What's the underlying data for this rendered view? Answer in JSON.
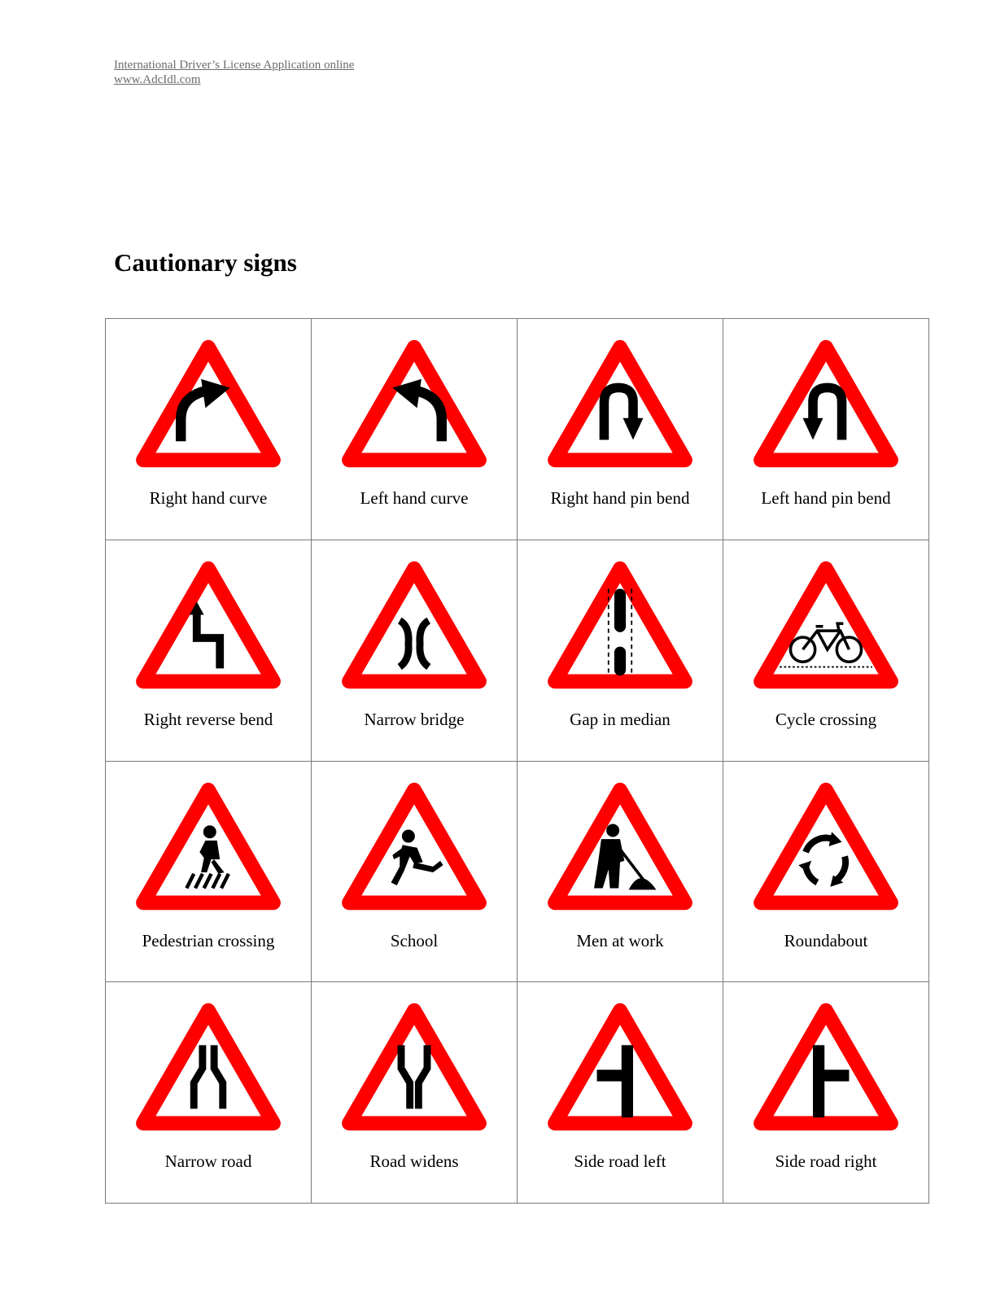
{
  "header": {
    "line1": "International Driver’s License Application online",
    "line2": "www.AdcIdl.com"
  },
  "title": "Cautionary signs",
  "signs": [
    {
      "label": "Right hand curve",
      "icon": "right-hand-curve-icon"
    },
    {
      "label": "Left hand curve",
      "icon": "left-hand-curve-icon"
    },
    {
      "label": "Right hand pin bend",
      "icon": "right-hand-pin-bend-icon"
    },
    {
      "label": "Left hand pin bend",
      "icon": "left-hand-pin-bend-icon"
    },
    {
      "label": "Right reverse bend",
      "icon": "right-reverse-bend-icon"
    },
    {
      "label": "Narrow bridge",
      "icon": "narrow-bridge-icon"
    },
    {
      "label": "Gap in median",
      "icon": "gap-in-median-icon"
    },
    {
      "label": "Cycle crossing",
      "icon": "cycle-crossing-icon"
    },
    {
      "label": "Pedestrian crossing",
      "icon": "pedestrian-crossing-icon"
    },
    {
      "label": "School",
      "icon": "school-icon"
    },
    {
      "label": "Men at work",
      "icon": "men-at-work-icon"
    },
    {
      "label": "Roundabout",
      "icon": "roundabout-icon"
    },
    {
      "label": "Narrow road",
      "icon": "narrow-road-icon"
    },
    {
      "label": "Road widens",
      "icon": "road-widens-icon"
    },
    {
      "label": "Side road left",
      "icon": "side-road-left-icon"
    },
    {
      "label": "Side road right",
      "icon": "side-road-right-icon"
    }
  ],
  "colors": {
    "sign_border": "#ff0000",
    "symbol": "#000000",
    "background": "#ffffff"
  }
}
